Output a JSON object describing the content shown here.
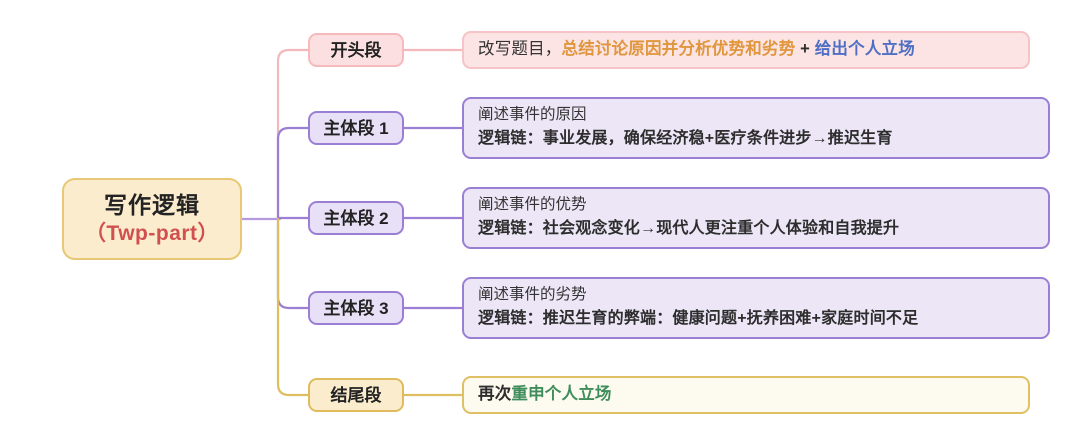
{
  "diagram": {
    "type": "mindmap",
    "root": {
      "line1": "写作逻辑",
      "line2": "（Twp-part）",
      "fill": "#fbeccd",
      "border": "#e8c877",
      "line2_color": "#d0504f"
    },
    "branches": [
      {
        "label": "开头段",
        "theme": "pink",
        "connector_color": "#f3b8bb",
        "content_lines": [
          {
            "segments": [
              {
                "text": "改写题目，",
                "style": "plain"
              },
              {
                "text": "总结讨论原因并分析优势和劣势",
                "style": "orange"
              },
              {
                "text": " + ",
                "style": "dark"
              },
              {
                "text": "给出个人立场",
                "style": "blue"
              }
            ]
          }
        ]
      },
      {
        "label": "主体段 1",
        "theme": "purple",
        "connector_color": "#9b7fd4",
        "content_lines": [
          {
            "segments": [
              {
                "text": "阐述事件的原因",
                "style": "plain"
              }
            ]
          },
          {
            "segments": [
              {
                "text": "逻辑链：事业发展，确保经济稳+医疗条件进步→推迟生育",
                "style": "dark"
              }
            ]
          }
        ]
      },
      {
        "label": "主体段 2",
        "theme": "purple",
        "connector_color": "#9b7fd4",
        "content_lines": [
          {
            "segments": [
              {
                "text": "阐述事件的优势",
                "style": "plain"
              }
            ]
          },
          {
            "segments": [
              {
                "text": "逻辑链：社会观念变化→现代人更注重个人体验和自我提升",
                "style": "dark"
              }
            ]
          }
        ]
      },
      {
        "label": "主体段 3",
        "theme": "purple",
        "connector_color": "#9b7fd4",
        "content_lines": [
          {
            "segments": [
              {
                "text": "阐述事件的劣势",
                "style": "plain"
              }
            ]
          },
          {
            "segments": [
              {
                "text": "逻辑链：推迟生育的弊端：健康问题+抚养困难+家庭时间不足",
                "style": "dark"
              }
            ]
          }
        ]
      },
      {
        "label": "结尾段",
        "theme": "gold",
        "connector_color": "#ddbe61",
        "content_lines": [
          {
            "segments": [
              {
                "text": "再次",
                "style": "dark"
              },
              {
                "text": "重申个人立场",
                "style": "green"
              }
            ]
          }
        ]
      }
    ],
    "colors": {
      "pink_fill": "#fcdfe0",
      "pink_border": "#f6b9bc",
      "purple_fill": "#e7e0f6",
      "purple_border": "#9b7fd4",
      "gold_fill": "#fbeccd",
      "gold_border": "#e0bb5c",
      "content_purple_fill": "#ece6f7",
      "content_pink_fill": "#fce3e4",
      "content_gold_fill": "#fdfaef"
    }
  }
}
